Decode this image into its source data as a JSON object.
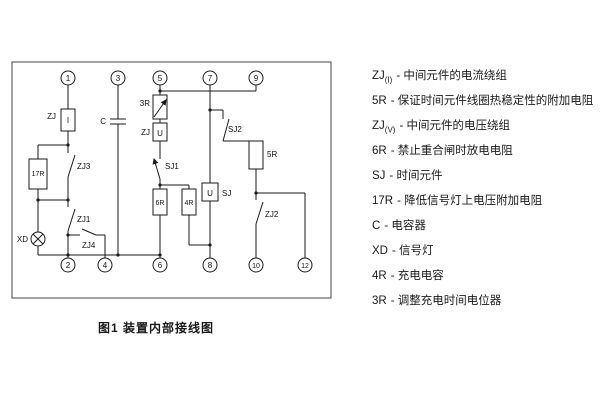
{
  "figure": {
    "caption": "图1 装置内部接线图"
  },
  "terminals": {
    "top": [
      "1",
      "3",
      "5",
      "7",
      "9"
    ],
    "bottom": [
      "2",
      "4",
      "6",
      "8",
      "10",
      "12"
    ]
  },
  "components": {
    "zj_i_label": "ZJ",
    "zj_i_mark": "I",
    "c_label": "C",
    "r3_label": "3R",
    "zj_u_label": "ZJ",
    "zj_u_mark": "U",
    "sj1_label": "SJ1",
    "zj3_label": "ZJ3",
    "r17_label": "17R",
    "zj1_label": "ZJ1",
    "xd_label": "XD",
    "zj4_label": "ZJ4",
    "r6_label": "6R",
    "r4_label": "4R",
    "sj2_label": "SJ2",
    "r5_label": "5R",
    "sj_coil_mark": "U",
    "sj_coil_label": "SJ",
    "zj2_label": "ZJ2"
  },
  "legend": {
    "items": [
      {
        "term": "ZJ",
        "sub": "(I)",
        "desc": "- 中间元件的电流绕组"
      },
      {
        "term": "5R",
        "sub": "",
        "desc": "- 保证时间元件线圈热稳定性的附加电阻"
      },
      {
        "term": "ZJ",
        "sub": "(V)",
        "desc": "- 中间元件的电压绕组"
      },
      {
        "term": "6R",
        "sub": "",
        "desc": "- 禁止重合闸时放电电阻"
      },
      {
        "term": "SJ",
        "sub": "",
        "desc": "- 时间元件"
      },
      {
        "term": "17R",
        "sub": "",
        "desc": "- 降低信号灯上电压附加电阻"
      },
      {
        "term": "C",
        "sub": "",
        "desc": "- 电容器"
      },
      {
        "term": "XD",
        "sub": "",
        "desc": "- 信号灯"
      },
      {
        "term": "4R",
        "sub": "",
        "desc": "- 充电电容"
      },
      {
        "term": "3R",
        "sub": "",
        "desc": "- 调整充电时间电位器"
      }
    ]
  }
}
